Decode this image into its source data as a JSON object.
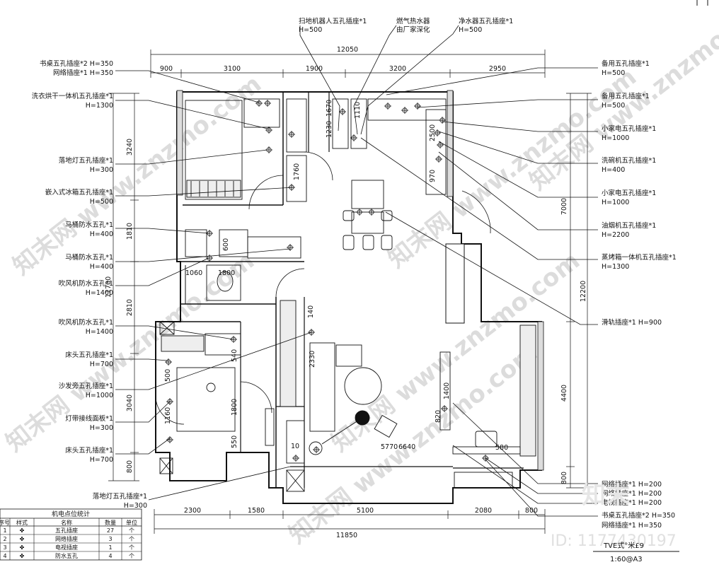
{
  "drawing": {
    "scale": "1:60@A3",
    "title_partial": "TVE式°米£9"
  },
  "dimensions": {
    "top_total": "12050",
    "top_segments": [
      "900",
      "3100",
      "1900",
      "3200",
      "2950"
    ],
    "bottom_total": "11850",
    "bottom_segments": [
      "2300",
      "1580",
      "5100",
      "2080",
      "800"
    ],
    "left_total": "11700",
    "left_segments": [
      "3240",
      "1810",
      "2810",
      "3040",
      "800"
    ],
    "right_total": "12200",
    "right_segments": [
      "7000",
      "4400",
      "800"
    ],
    "inner": [
      "1060",
      "1800",
      "2330",
      "1800",
      "5770",
      "6640",
      "1400",
      "820",
      "580",
      "550",
      "540",
      "1160",
      "500",
      "1670",
      "1230",
      "1110",
      "1760",
      "140",
      "10",
      "970",
      "2500",
      "600"
    ]
  },
  "left_labels": [
    {
      "line1": "书桌五孔插座*2 H=350",
      "line2": "网络插座*1 H=350"
    },
    {
      "line1": "洗衣烘干一体机五孔插座*1",
      "line2": "H=1300"
    },
    {
      "line1": "落地灯五孔插座*1",
      "line2": "H=300"
    },
    {
      "line1": "嵌入式冰箱五孔插座*1",
      "line2": "H=500"
    },
    {
      "line1": "马桶防水五孔*1",
      "line2": "H=400"
    },
    {
      "line1": "马桶防水五孔*1",
      "line2": "H=400"
    },
    {
      "line1": "吹风机防水五孔*1",
      "line2": "H=1400"
    },
    {
      "line1": "吹风机防水五孔*1",
      "line2": "H=1400"
    },
    {
      "line1": "床头五孔插座*1",
      "line2": "H=700"
    },
    {
      "line1": "沙发旁五孔插座*1",
      "line2": "H=1000"
    },
    {
      "line1": "灯带接线面板*1",
      "line2": "H=300"
    },
    {
      "line1": "床头五孔插座*1",
      "line2": "H=700"
    }
  ],
  "right_labels": [
    {
      "line1": "备用五孔插座*1",
      "line2": "H=500"
    },
    {
      "line1": "备用五孔插座*1",
      "line2": "H=500"
    },
    {
      "line1": "小家电五孔插座*1",
      "line2": "H=1000"
    },
    {
      "line1": "洗碗机五孔插座*1",
      "line2": "H=400"
    },
    {
      "line1": "小家电五孔插座*1",
      "line2": "H=1000"
    },
    {
      "line1": "油烟机五孔插座*1",
      "line2": "H=2200"
    },
    {
      "line1": "蒸烤箱一体机五孔插座*1",
      "line2": "H=1300"
    },
    {
      "line1": "滑轨插座*1 H=900",
      "line2": ""
    }
  ],
  "top_labels": [
    {
      "line1": "扫地机器人五孔插座*1",
      "line2": "H=500"
    },
    {
      "line1": "燃气热水器",
      "line2": "由厂家深化"
    },
    {
      "line1": "净水器五孔插座*1",
      "line2": "H=500"
    }
  ],
  "bottom_right_labels": [
    {
      "line1": "网络插座*1 H=200"
    },
    {
      "line1": "网络插座*1 H=200"
    },
    {
      "line1": "电视插座*1 H=200"
    },
    {
      "line1": "书桌五孔插座*2 H=350"
    },
    {
      "line1": "网络插座*1 H=350"
    }
  ],
  "bottom_left_label": {
    "line1": "落地灯五孔插座*1",
    "line2": "H=300"
  },
  "table": {
    "title": "机电点位统计",
    "headers": [
      "序号",
      "样式",
      "名称",
      "数量",
      "单位"
    ],
    "rows": [
      [
        "1",
        "✤",
        "五孔插座",
        "27",
        "个"
      ],
      [
        "2",
        "✤",
        "网络插座",
        "3",
        "个"
      ],
      [
        "3",
        "✤",
        "电视插座",
        "1",
        "个"
      ],
      [
        "4",
        "✤",
        "防水五孔",
        "4",
        "个"
      ]
    ]
  },
  "watermark": {
    "text": "知末网 www.znzmo.com",
    "logo": "知末",
    "id": "ID: 1177430197"
  }
}
